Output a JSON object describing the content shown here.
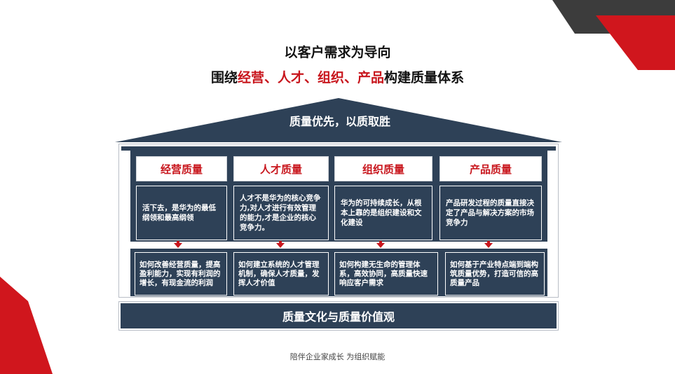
{
  "title_line1": "以客户需求为导向",
  "title_line2": {
    "prefix": "围绕",
    "highlight": "经营、人才、组织、产品",
    "suffix": "构建质量体系"
  },
  "roof": "质量优先，以质取胜",
  "pillars": [
    {
      "header": "经营质量",
      "description": "活下去，是华为的最低纲领和最高纲领",
      "question": "如何改善经营质量，提高盈利能力，实现有利润的增长，有现金流的利润"
    },
    {
      "header": "人才质量",
      "description": "人才不是华为的核心竞争力,对人才进行有效管理的能力,才是企业的核心竞争力。",
      "question": "如何建立系统的人才管理机制，确保人才质量，发挥人才价值"
    },
    {
      "header": "组织质量",
      "description": "华为的可持续成长，从根本上靠的是组织建设和文化建设",
      "question": "如何构建无生命的管理体系，高效协同，高质量快速响应客户需求"
    },
    {
      "header": "产品质量",
      "description": "产品研发过程的质量直接决定了产品与解决方案的市场竞争力",
      "question": "如何基于产业特点端到端构筑质量优势，打造可信的高质量产品"
    }
  ],
  "foundation": "质量文化与质量价值观",
  "footer": "陪伴企业家成长 为组织赋能",
  "colors": {
    "navy": "#2e4157",
    "accent_red": "#c8161d",
    "dark_gray": "#3a3a3a"
  }
}
